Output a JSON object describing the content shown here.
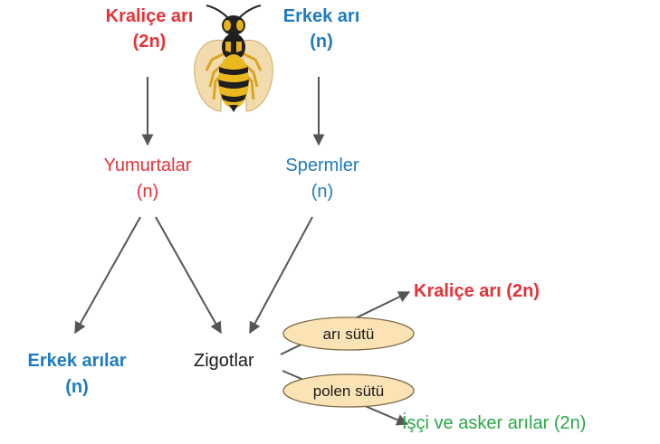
{
  "queen": {
    "name": "Kraliçe arı",
    "ploidy": "(2n)"
  },
  "drone": {
    "name": "Erkek arı",
    "ploidy": "(n)"
  },
  "eggs": {
    "name": "Yumurtalar",
    "ploidy": "(n)"
  },
  "sperm": {
    "name": "Spermler",
    "ploidy": "(n)"
  },
  "male_offspring": {
    "name": "Erkek arılar",
    "ploidy": "(n)"
  },
  "zygotes": {
    "name": "Zigotlar"
  },
  "royal_jelly": {
    "label": "arı sütü",
    "result": "Kraliçe arı (2n)"
  },
  "pollen_milk": {
    "label": "polen sütü",
    "result": "İşçi ve asker arılar (2n)"
  },
  "colors": {
    "red": "#e53238",
    "blue": "#1f7bc1",
    "green": "#2aa748",
    "arrow": "#555555",
    "oval_fill": "#fbe3b6",
    "oval_stroke": "#7d6a46"
  },
  "icons": {
    "bee": "wasp-icon"
  }
}
